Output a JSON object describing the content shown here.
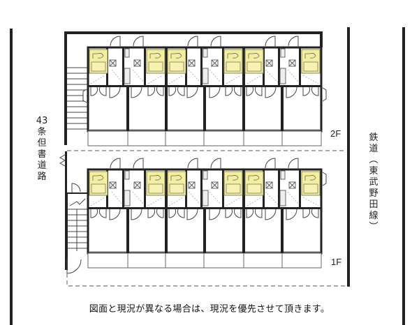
{
  "labels": {
    "left_road": [
      "43",
      "条",
      "但",
      "書",
      "道",
      "路"
    ],
    "right_railway": [
      "鉄",
      "道",
      "︵",
      "東",
      "武",
      "野",
      "田",
      "線",
      "︶"
    ],
    "floor_2": "2F",
    "floor_1": "1F",
    "notice": "図面と現況が異なる場合は、現況を優先させて頂きます。"
  },
  "colors": {
    "wall": "#222222",
    "bath_fill": "#f4eea0",
    "bath_border": "#8a8a5a",
    "dashed": "#777777",
    "thin_line": "#555555"
  },
  "floors": [
    {
      "name": "2F",
      "units": 6
    },
    {
      "name": "1F",
      "units": 6
    }
  ]
}
